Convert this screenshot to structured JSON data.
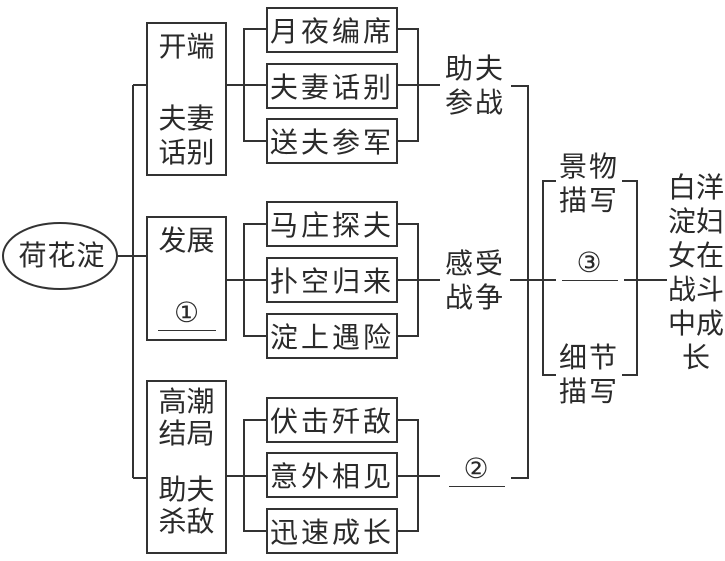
{
  "root": {
    "label": "荷花淀"
  },
  "stages": [
    {
      "top": "开端",
      "bottom": [
        "夫妻",
        "话别"
      ],
      "bottom_is_blank": false,
      "events": [
        "月夜编席",
        "夫妻话别",
        "送夫参军"
      ],
      "result": [
        "助夫",
        "参战"
      ],
      "result_is_blank": false
    },
    {
      "top": "发展",
      "bottom": [
        "①"
      ],
      "bottom_is_blank": true,
      "events": [
        "马庄探夫",
        "扑空归来",
        "淀上遇险"
      ],
      "result": [
        "感受",
        "战争"
      ],
      "result_is_blank": false
    },
    {
      "top": [
        "高潮",
        "结局"
      ],
      "bottom": [
        "助夫",
        "杀敌"
      ],
      "bottom_is_blank": false,
      "events": [
        "伏击歼敌",
        "意外相见",
        "迅速成长"
      ],
      "result": [
        "②"
      ],
      "result_is_blank": true
    }
  ],
  "techniques": {
    "top": [
      "景物",
      "描写"
    ],
    "middle": "③",
    "bottom": [
      "细节",
      "描写"
    ]
  },
  "theme": [
    "白洋",
    "淀妇",
    "女在",
    "战斗",
    "中成",
    "长"
  ]
}
